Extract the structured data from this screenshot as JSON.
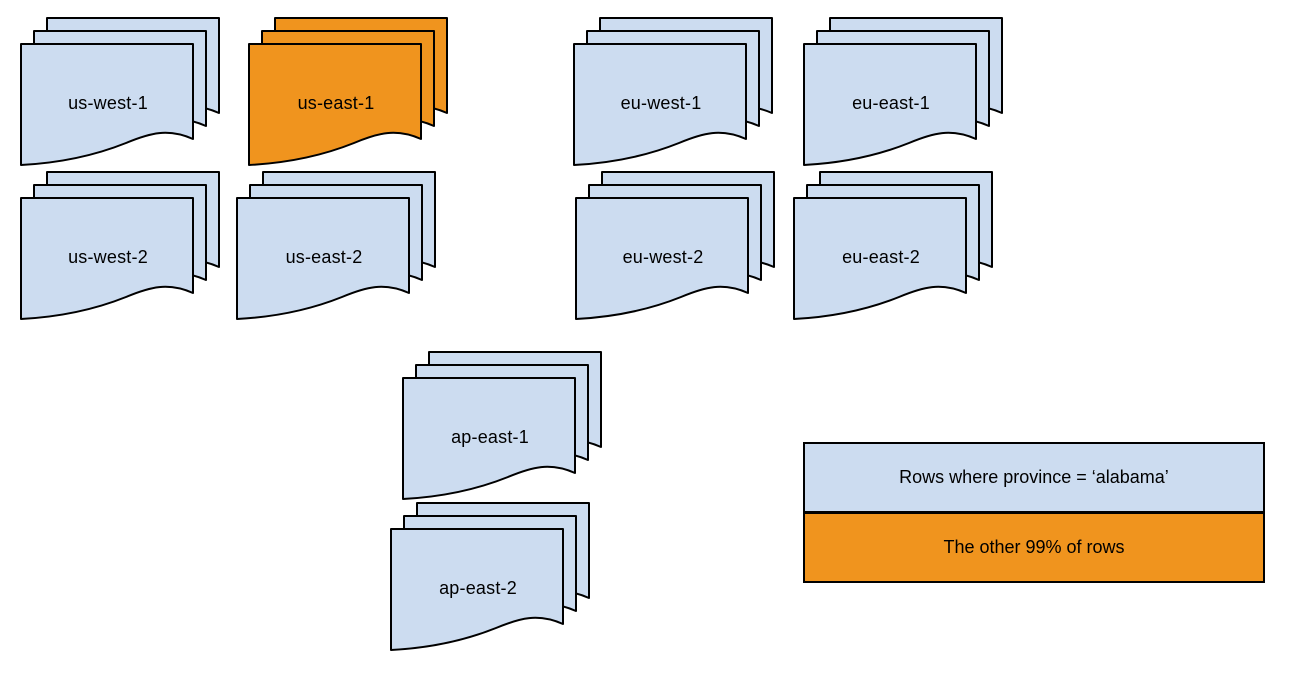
{
  "diagram": {
    "stacks": [
      {
        "label": "us-west-1",
        "variant": "blue"
      },
      {
        "label": "us-east-1",
        "variant": "orange"
      },
      {
        "label": "eu-west-1",
        "variant": "blue"
      },
      {
        "label": "eu-east-1",
        "variant": "blue"
      },
      {
        "label": "us-west-2",
        "variant": "blue"
      },
      {
        "label": "us-east-2",
        "variant": "blue"
      },
      {
        "label": "eu-west-2",
        "variant": "blue"
      },
      {
        "label": "eu-east-2",
        "variant": "blue"
      },
      {
        "label": "ap-east-1",
        "variant": "blue"
      },
      {
        "label": "ap-east-2",
        "variant": "blue"
      }
    ],
    "legend": {
      "items": [
        {
          "label": "Rows where province = ‘alabama’",
          "variant": "blue"
        },
        {
          "label": "The other 99% of rows",
          "variant": "orange"
        }
      ]
    },
    "colors": {
      "blue_fill": "#ccdcf0",
      "orange_fill": "#f0941e",
      "stroke": "#000000",
      "text": "#000000",
      "background": "#ffffff"
    }
  }
}
